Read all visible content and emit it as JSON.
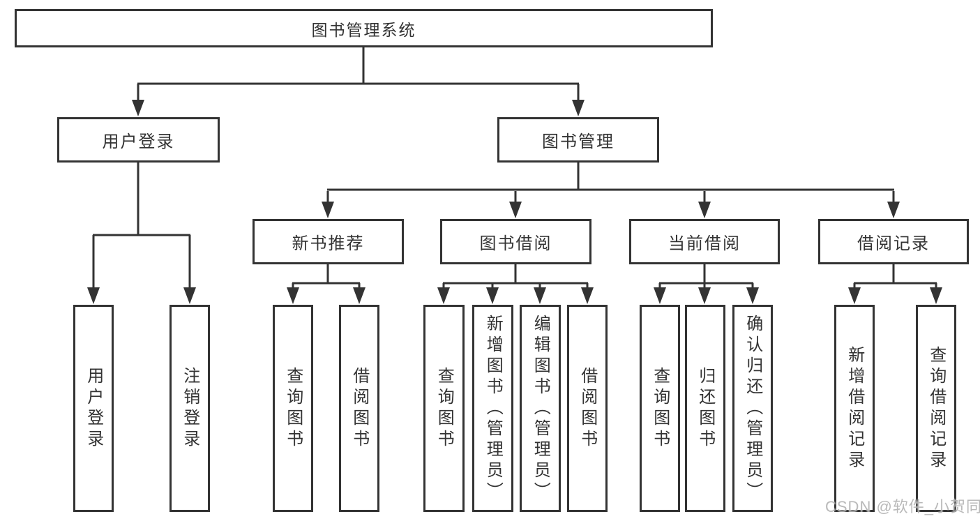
{
  "diagram_title": "图书管理系统",
  "colors": {
    "border": "#333333",
    "text": "#333333",
    "line": "#333333",
    "background": "#ffffff",
    "watermark_text_color": "#a8a8a8"
  },
  "watermark": {
    "text": "CSDN @软件_小贺同学"
  },
  "tree": {
    "label": "图书管理系统",
    "children": [
      {
        "label": "用户登录",
        "children": [
          {
            "label": "用户登录"
          },
          {
            "label": "注销登录"
          }
        ]
      },
      {
        "label": "图书管理",
        "children": [
          {
            "label": "新书推荐",
            "children": [
              {
                "label": "查询图书"
              },
              {
                "label": "借阅图书"
              }
            ]
          },
          {
            "label": "图书借阅",
            "children": [
              {
                "label": "查询图书"
              },
              {
                "label": "新增图书（管理员）"
              },
              {
                "label": "编辑图书（管理员）"
              },
              {
                "label": "借阅图书"
              }
            ]
          },
          {
            "label": "当前借阅",
            "children": [
              {
                "label": "查询图书"
              },
              {
                "label": "归还图书"
              },
              {
                "label": "确认归还（管理员）"
              }
            ]
          },
          {
            "label": "借阅记录",
            "children": [
              {
                "label": "新增借阅记录"
              },
              {
                "label": "查询借阅记录"
              }
            ]
          }
        ]
      }
    ]
  }
}
